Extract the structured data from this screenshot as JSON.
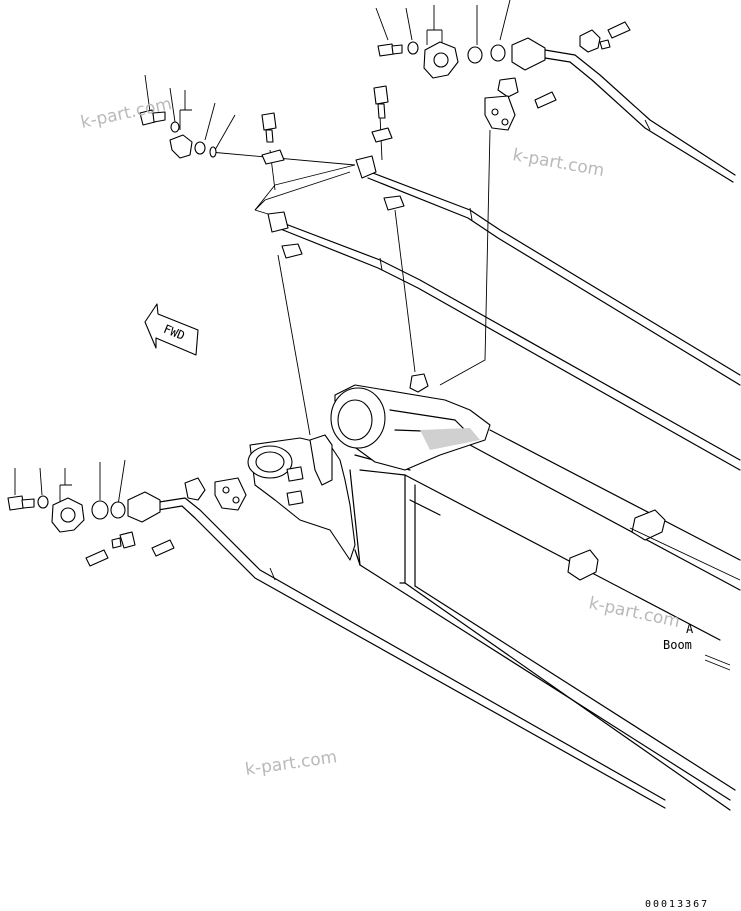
{
  "labels": {
    "fwd": "FWD",
    "boom": "Boom",
    "boom_marker": "A"
  },
  "watermarks": [
    "k-part.com",
    "k-part.com",
    "k-part.com",
    "k-part.com"
  ],
  "drawing_number": "00013367",
  "colors": {
    "line": "#000000",
    "watermark": "#b9b9b9",
    "background": "#ffffff"
  },
  "icons": [
    "fwd-arrow-icon",
    "bolt-icon",
    "washer-icon",
    "split-flange-icon",
    "o-ring-icon",
    "clamp-icon",
    "hose-icon"
  ]
}
